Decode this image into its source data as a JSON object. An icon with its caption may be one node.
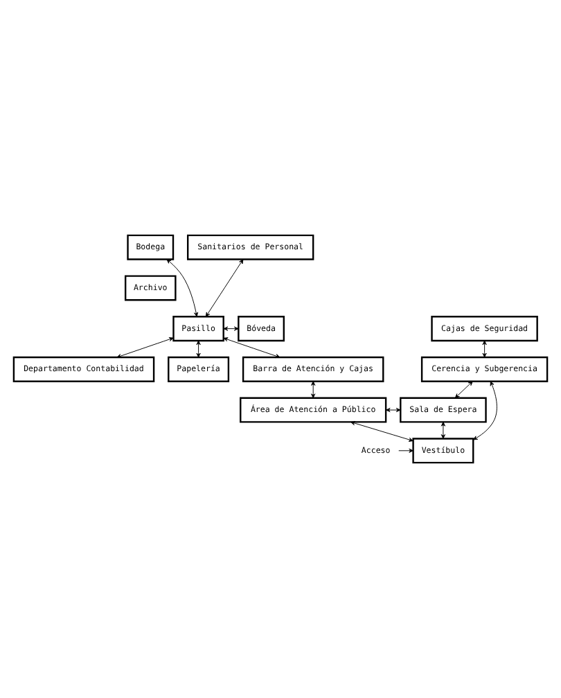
{
  "diagram": {
    "nodes": [
      {
        "text": [
          "Departamento Contabilidad"
        ]
      },
      {
        "text": [
          "Papelería"
        ]
      },
      {
        "text": [
          "Bodega"
        ]
      },
      {
        "text": [
          "Sanitarios de Personal"
        ]
      },
      {
        "text": [
          "Archivo"
        ]
      },
      {
        "text": [
          "Pasillo"
        ]
      },
      {
        "text": [
          "Bóveda"
        ]
      },
      {
        "text": [
          "Cajas de Seguridad"
        ]
      },
      {
        "text": [
          "Barra de Atención y Cajas"
        ]
      },
      {
        "text": [
          "Cerencia y Subgerencia"
        ]
      },
      {
        "text": [
          "Área de Atención a Público"
        ]
      },
      {
        "text": [
          "Sala de Espera"
        ]
      },
      {
        "text": [
          "Vestíbulo"
        ]
      },
      {
        "text": [
          "Acceso"
        ]
      }
    ],
    "edges": [
      {
        "from": 5,
        "to": 0,
        "arrow": "both"
      },
      {
        "from": 5,
        "to": 1,
        "arrow": "both"
      },
      {
        "from": 5,
        "to": 2,
        "arrow": "both"
      },
      {
        "from": 5,
        "to": 3,
        "arrow": "both"
      },
      {
        "from": 5,
        "to": 6,
        "arrow": "both"
      },
      {
        "from": 5,
        "to": 8,
        "arrow": "both"
      },
      {
        "from": 7,
        "to": 9,
        "arrow": "both"
      },
      {
        "from": 8,
        "to": 10,
        "arrow": "both"
      },
      {
        "from": 10,
        "to": 11,
        "arrow": "both"
      },
      {
        "from": 9,
        "to": 11,
        "arrow": "both"
      },
      {
        "from": 9,
        "to": 12,
        "arrow": "both"
      },
      {
        "from": 11,
        "to": 12,
        "arrow": "both"
      },
      {
        "from": 10,
        "to": 12,
        "arrow": "both"
      },
      {
        "from": 13,
        "to": 12,
        "arrow": "to"
      }
    ]
  }
}
